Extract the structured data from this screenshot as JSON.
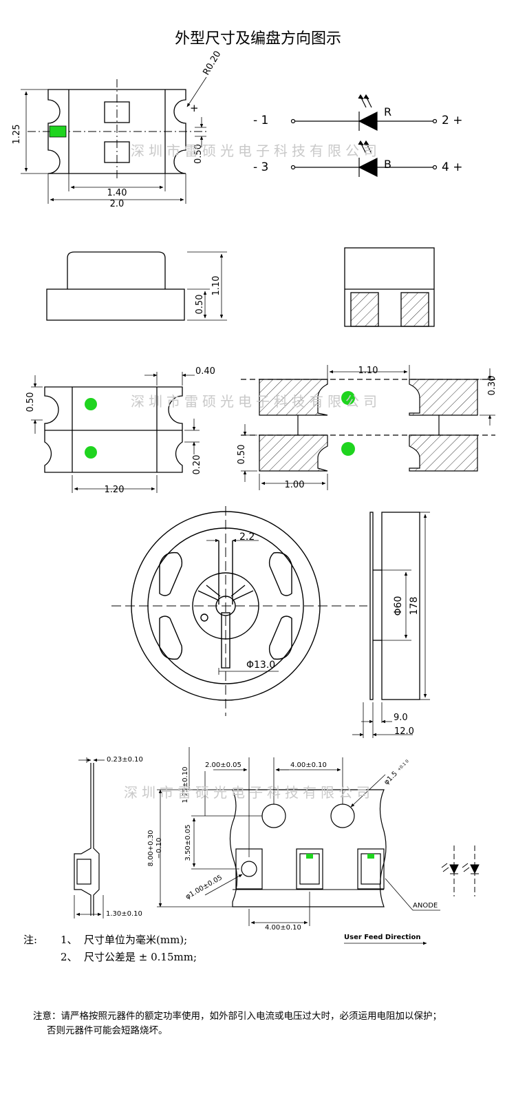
{
  "title": "外型尺寸及编盘方向图示",
  "watermark": "深圳市雷硕光电子科技有限公司",
  "top_view": {
    "height": "1.25",
    "radius": "R0.20",
    "plus": "+",
    "lens_width": "1.40",
    "width": "2.0",
    "pad": "0.50"
  },
  "circuit": {
    "pin1": "- 1",
    "pin2": "2 +",
    "pin3": "- 3",
    "pin4": "4 +",
    "led1": "R",
    "led2": "B"
  },
  "side_view": {
    "height": "1.10",
    "base": "0.50"
  },
  "bottom_view": {
    "pad_h": "0.50",
    "pad_w": "0.40",
    "gap": "0.20",
    "span": "1.20"
  },
  "footprint": {
    "span": "1.10",
    "pad_h": "0.30",
    "pad_v": "0.50",
    "pad_w": "1.00"
  },
  "reel": {
    "slot": "2.2",
    "hub": "Φ13.0",
    "bore": "Φ60",
    "diameter": "178",
    "tape_w": "9.0",
    "flange_w": "12.0"
  },
  "tape": {
    "thickness": "0.23±0.10",
    "feed_hole_off": "1.75±0.10",
    "pitch_a": "2.00±0.05",
    "pitch_b": "4.00±0.10",
    "hole_d": "φ1.5",
    "hole_tol": "+0.1 0",
    "width_a": "8.00+0.30",
    "width_b": "−0.10",
    "offset": "3.50±0.05",
    "pocket_hole": "φ1.00±0.05",
    "pocket_depth": "1.30±0.10",
    "pitch_c": "4.00±0.10",
    "anode": "ANODE",
    "direction": "User Feed Direction"
  },
  "notes": {
    "label": "注:",
    "n1": "1、",
    "t1": "尺寸单位为毫米(mm);",
    "n2": "2、",
    "t2": "尺寸公差是 ± 0.15mm;"
  },
  "warning": {
    "line1": "注意：请严格按照元器件的额定功率使用，如外部引入电流或电压过大时，必须运用电阻加以保护；",
    "line2": "否则元器件可能会短路烧坏。"
  },
  "colors": {
    "led_green": "#1fd41f",
    "line": "#000000",
    "watermark": "#c9c9c9"
  }
}
